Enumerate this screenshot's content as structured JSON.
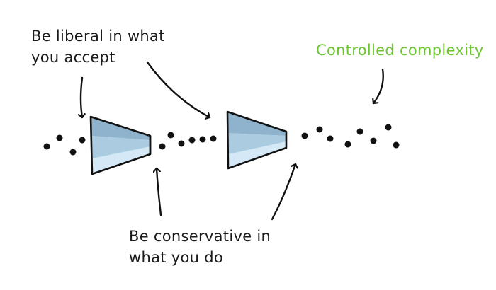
{
  "labels": {
    "accept_line1": "Be liberal in what",
    "accept_line2": "you accept",
    "conservative_line1": "Be conservative in",
    "conservative_line2": "what you do",
    "complexity": "Controlled complexity"
  },
  "colors": {
    "text": "#1a1a1a",
    "accent_green": "#6cc431",
    "funnel_light": "#d4e9f5",
    "funnel_dark": "#8fb3cc",
    "stroke": "#111111"
  }
}
